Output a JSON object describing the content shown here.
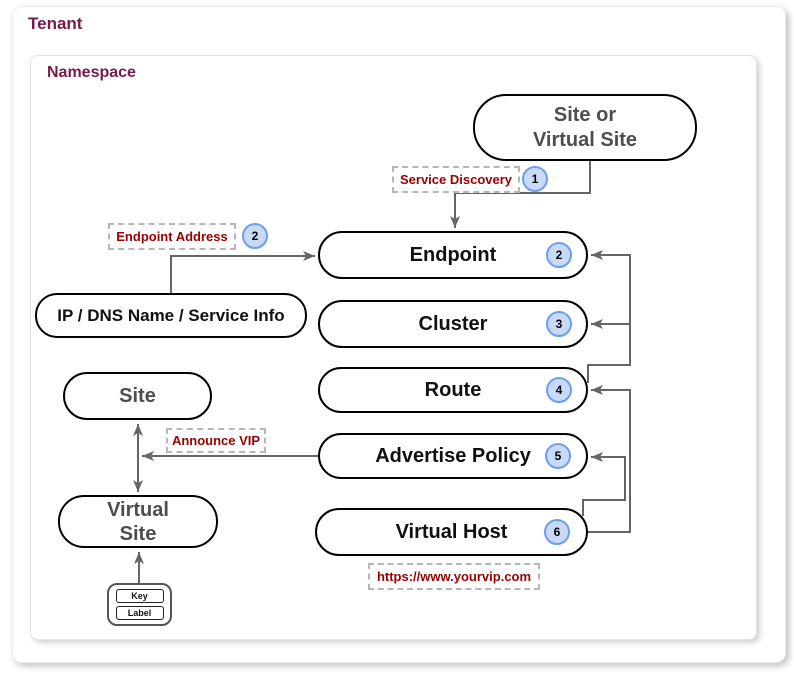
{
  "tenant": {
    "title": "Tenant"
  },
  "namespace": {
    "title": "Namespace"
  },
  "nodes": {
    "site_or_virtual_site": {
      "label": "Site or\nVirtual Site"
    },
    "endpoint": {
      "label": "Endpoint",
      "badge": "2"
    },
    "cluster": {
      "label": "Cluster",
      "badge": "3"
    },
    "route": {
      "label": "Route",
      "badge": "4"
    },
    "advertise_policy": {
      "label": "Advertise Policy",
      "badge": "5"
    },
    "virtual_host": {
      "label": "Virtual Host",
      "badge": "6"
    },
    "ip_dns_service_info": {
      "label": "IP / DNS Name / Service Info"
    },
    "site": {
      "label": "Site"
    },
    "virtual_site": {
      "label": "Virtual\nSite"
    }
  },
  "annotations": {
    "service_discovery": {
      "label": "Service Discovery",
      "badge": "1"
    },
    "endpoint_address": {
      "label": "Endpoint Address",
      "badge": "2"
    },
    "announce_vip": {
      "label": "Announce VIP"
    },
    "vip_url": {
      "label": "https://www.yourvip.com"
    }
  },
  "legend": {
    "key": "Key",
    "label": "Label"
  },
  "colors": {
    "heading": "#741b47",
    "annotation_text": "#990000",
    "badge_fill": "#c9daf8",
    "badge_border": "#6d9eeb",
    "connector": "#666666",
    "node_border": "#000000",
    "site_node_text": "#4d4d4d"
  }
}
